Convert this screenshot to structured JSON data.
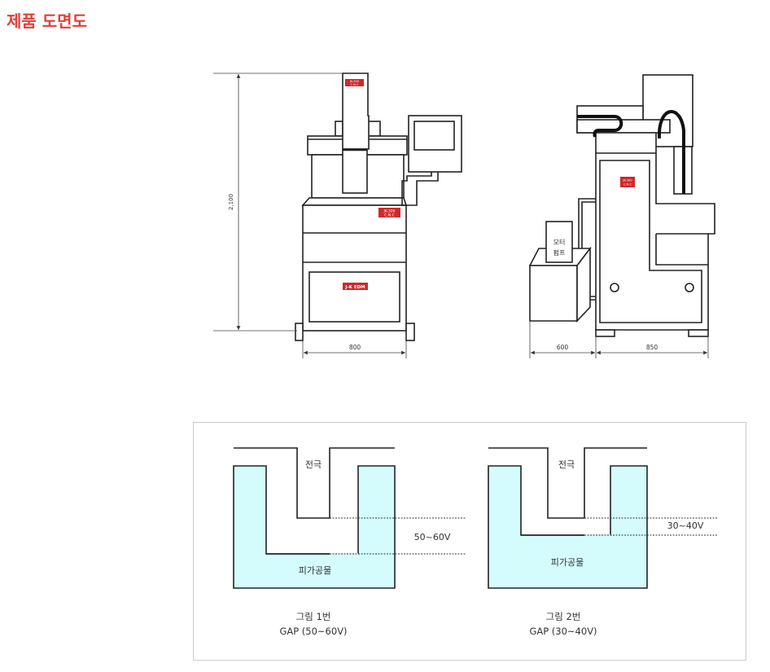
{
  "page": {
    "title": "제품 도면도",
    "title_color": "#e0403a"
  },
  "front_view": {
    "height_label": "2,100",
    "width_label": "800",
    "column_badge": [
      "JK-300",
      "C.N.C"
    ],
    "body_badge": [
      "JK-300",
      "C.N.C"
    ],
    "panel_badge": "J-K EDM",
    "badge_color": "#d0282a"
  },
  "side_view": {
    "pump_label": [
      "모터",
      "펌프"
    ],
    "badge": [
      "JK-300",
      "C.N.C"
    ],
    "depth_label_pump": "600",
    "depth_label_body": "850"
  },
  "gap_diagrams": {
    "workpiece_color": "#d4fcfc",
    "figures": [
      {
        "electrode": "전극",
        "workpiece": "피가공물",
        "voltage": "50~60V",
        "caption": "그림 1번",
        "gap": "GAP (50~60V)"
      },
      {
        "electrode": "전극",
        "workpiece": "피가공물",
        "voltage": "30~40V",
        "caption": "그림 2번",
        "gap": "GAP (30~40V)"
      }
    ]
  }
}
